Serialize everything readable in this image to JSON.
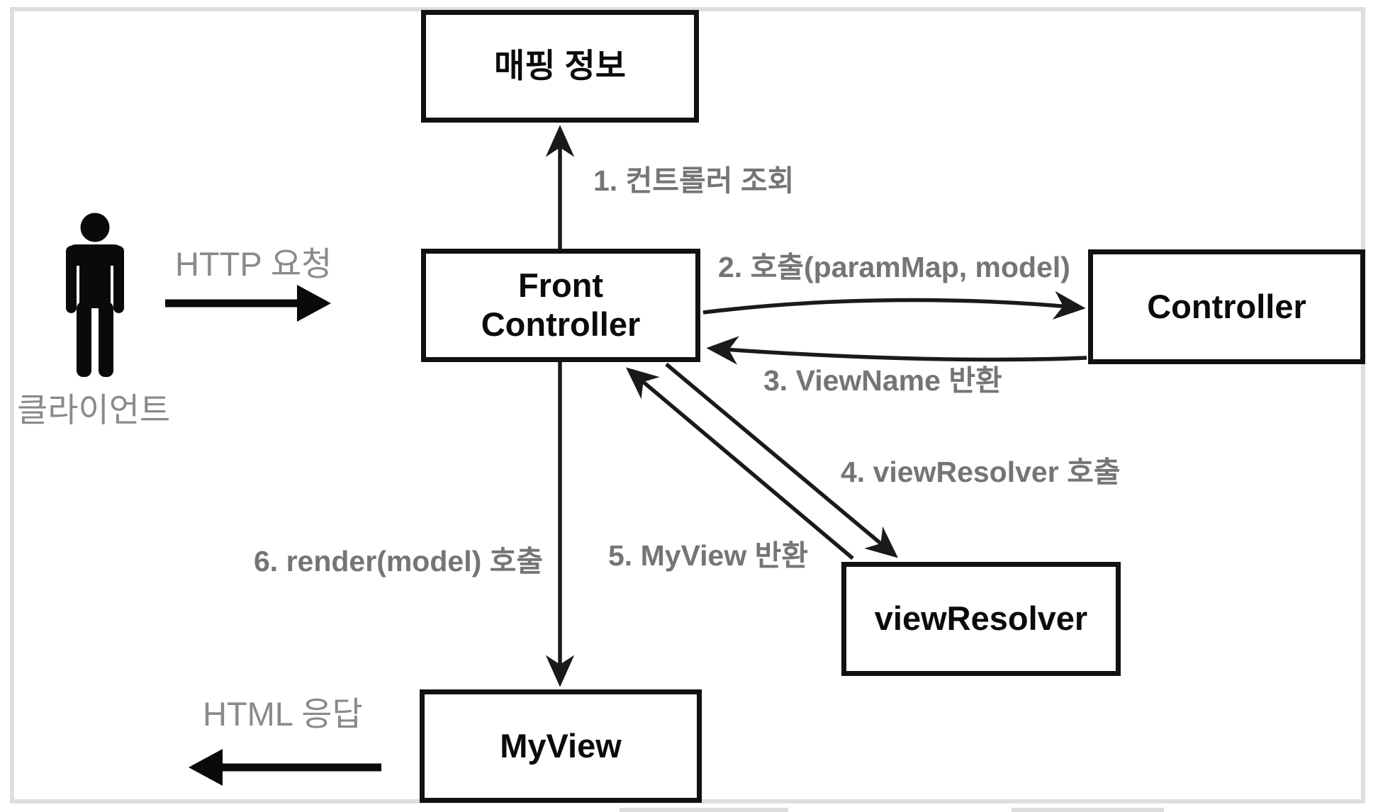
{
  "diagram": {
    "boxes": {
      "mapping_info": {
        "label": "매핑 정보"
      },
      "front_controller": {
        "label": "Front\nController"
      },
      "controller": {
        "label": "Controller"
      },
      "view_resolver": {
        "label": "viewResolver"
      },
      "my_view": {
        "label": "MyView"
      }
    },
    "actor": {
      "label": "클라이언트",
      "icon": "person-icon"
    },
    "flow_labels": {
      "step1": "1. 컨트롤러 조회",
      "step2": "2. 호출(paramMap, model)",
      "step3": "3. ViewName 반환",
      "step4": "4. viewResolver 호출",
      "step5": "5. MyView 반환",
      "step6": "6. render(model) 호출",
      "http_request": "HTTP 요청",
      "html_response": "HTML 응답"
    },
    "colors": {
      "box_border": "#111111",
      "box_fill": "#ffffff",
      "arrow_black": "#1a1a1a",
      "step_label_gray": "#757575",
      "side_label_gray": "#8a8a8a",
      "frame_border": "#dedede",
      "background": "#ffffff"
    }
  }
}
